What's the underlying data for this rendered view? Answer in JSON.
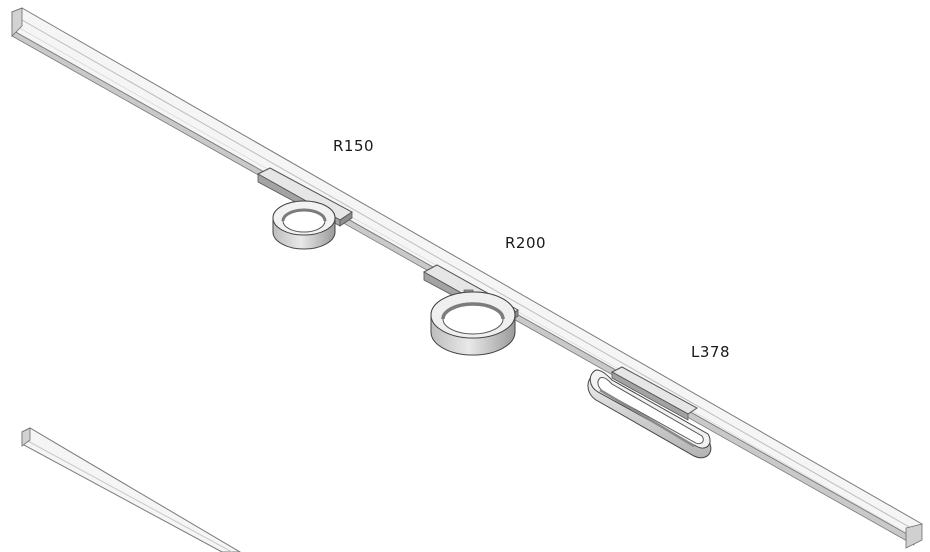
{
  "labels": {
    "r150": "R150",
    "r200": "R200",
    "l378": "L378"
  },
  "colors": {
    "track_fill": "#f4f4f4",
    "track_outline": "#6e6e6e",
    "fixture_shade": "#a9a9a9",
    "fixture_light": "#e8e8e8"
  }
}
